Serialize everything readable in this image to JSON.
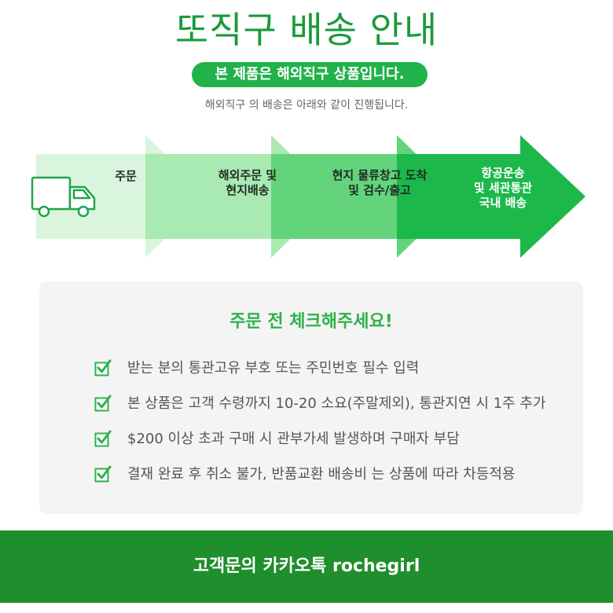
{
  "header": {
    "title": "또직구 배송 안내",
    "badge": "본  제품은 해외직구 상품입니다.",
    "subtitle": "해외직구 의 배송은 아래와 같이 진행됩니다."
  },
  "process": {
    "icon": "delivery-truck-icon",
    "steps": [
      {
        "lines": [
          "주문"
        ],
        "color": "#d9f5dd"
      },
      {
        "lines": [
          "해외주문  및",
          "현지배송"
        ],
        "color": "#a9e9b2"
      },
      {
        "lines": [
          "현지 물류창고 도착",
          "및 검수/출고"
        ],
        "color": "#63d47b"
      },
      {
        "lines": [
          "항공운송",
          "및 세관통관",
          "국내 배송"
        ],
        "color": "#1cb84a"
      }
    ]
  },
  "checklist": {
    "title": "주문 전 체크해주세요!",
    "icon": "checkbox-checked-icon",
    "accent": "#2fb24a",
    "items": [
      "받는 분의 통관고유 부호 또는 주민번호 필수 입력",
      "본 상품은 고객 수령까지 10-20 소요(주말제외), 통관지연 시 1주 추가",
      "$200 이상 초과 구매 시 관부가세 발생하며 구매자  부담",
      "결재 완료 후 취소 불가, 반품교환 배송비 는 상품에 따라 차등적용"
    ]
  },
  "footer": {
    "text": "고객문의 카카오톡 rochegirl",
    "background": "#1f8e2c"
  }
}
